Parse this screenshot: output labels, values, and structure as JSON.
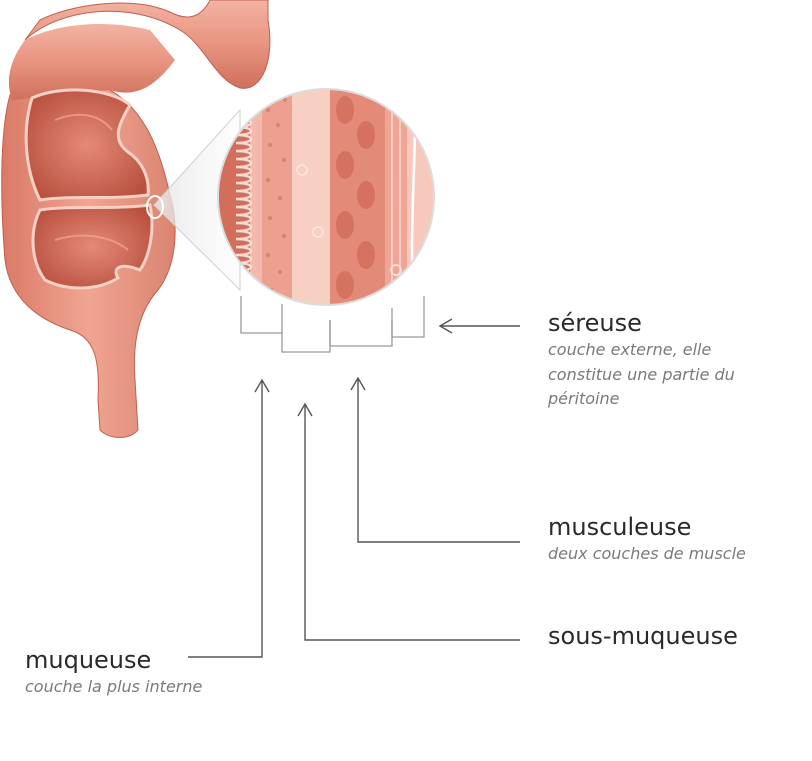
{
  "layers": {
    "serosa": {
      "name": "séreuse",
      "description": "couche externe, elle constitue une partie du péritoine"
    },
    "muscularis": {
      "name": "musculeuse",
      "description": "deux couches de muscle"
    },
    "submucosa": {
      "name": "sous-muqueuse"
    },
    "mucosa": {
      "name": "muqueuse",
      "description": "couche la plus interne"
    }
  },
  "colors": {
    "tissue": "#e8907e",
    "tissue_dark": "#c96a58",
    "tissue_light": "#f6c6b8",
    "lumen": "#d06a5c",
    "leader_line": "#555555",
    "bracket": "#9a9a9a"
  }
}
